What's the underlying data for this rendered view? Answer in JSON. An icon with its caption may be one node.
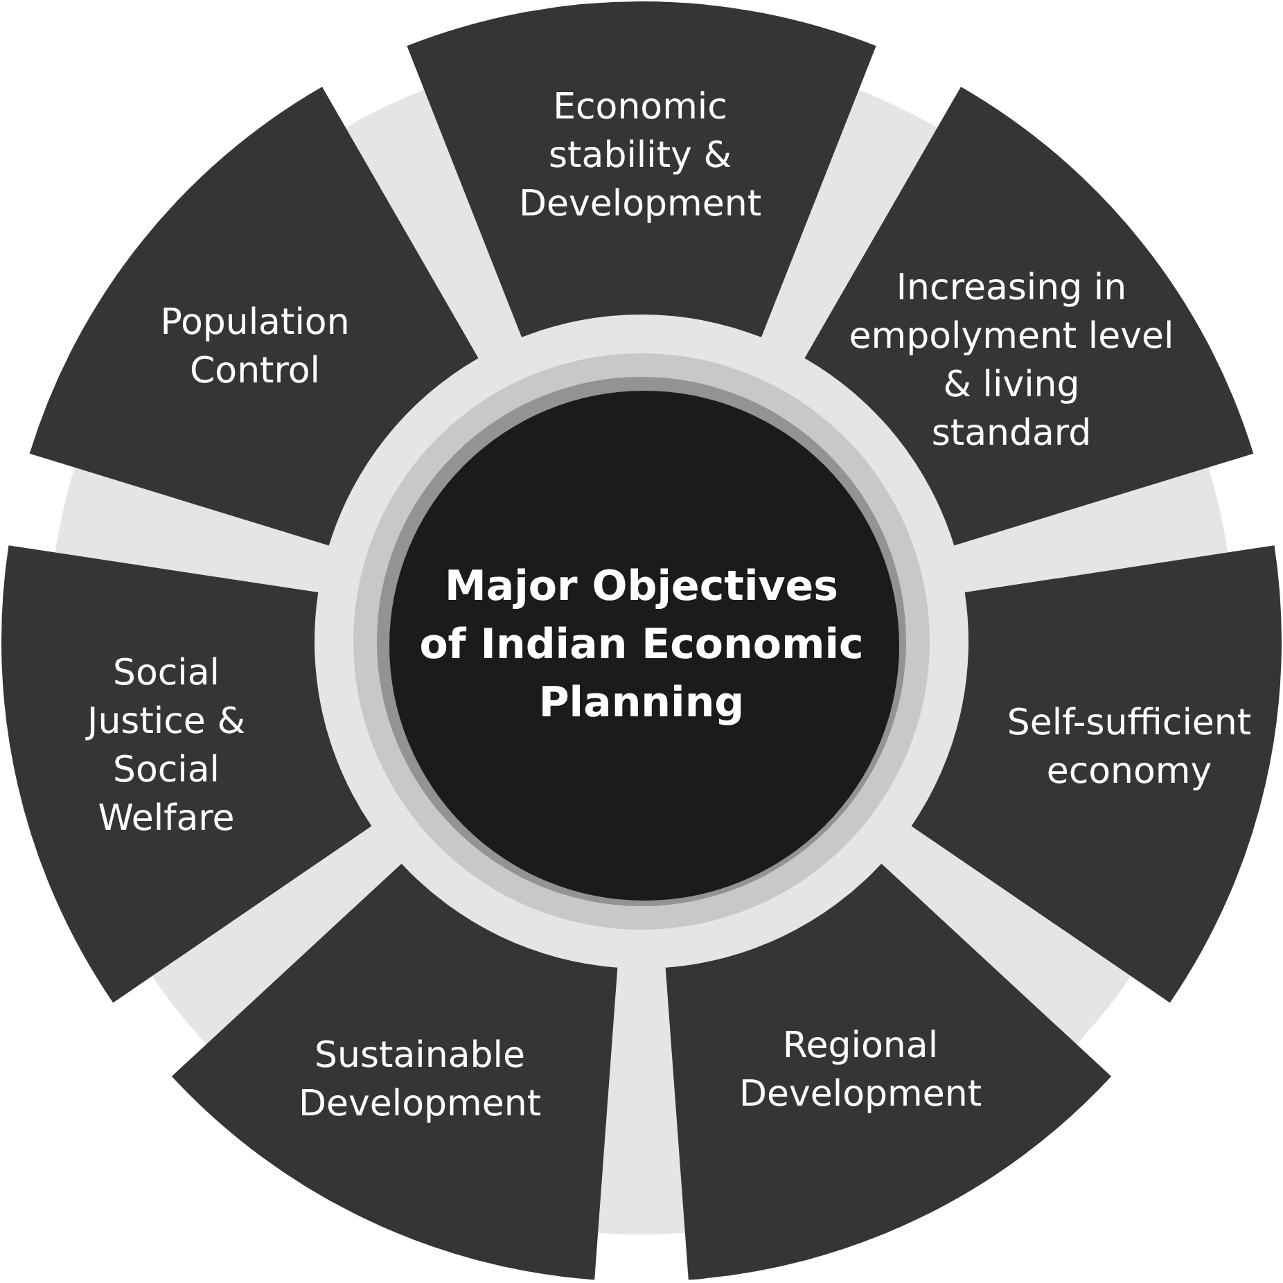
{
  "diagram": {
    "nodes": [
      {
        "text": [
          "Major Objectives of Indian Economic Planning"
        ]
      },
      {
        "text": [
          "Economic stability & Development"
        ]
      },
      {
        "text": [
          "Increasing in empolyment level & living standard"
        ]
      },
      {
        "text": [
          "Self-sufficient economy"
        ]
      },
      {
        "text": [
          "Regional Development"
        ]
      },
      {
        "text": [
          "Sustainable Development"
        ]
      },
      {
        "text": [
          "Social Justice & Social Welfare"
        ]
      },
      {
        "text": [
          "Population Control"
        ]
      }
    ]
  }
}
